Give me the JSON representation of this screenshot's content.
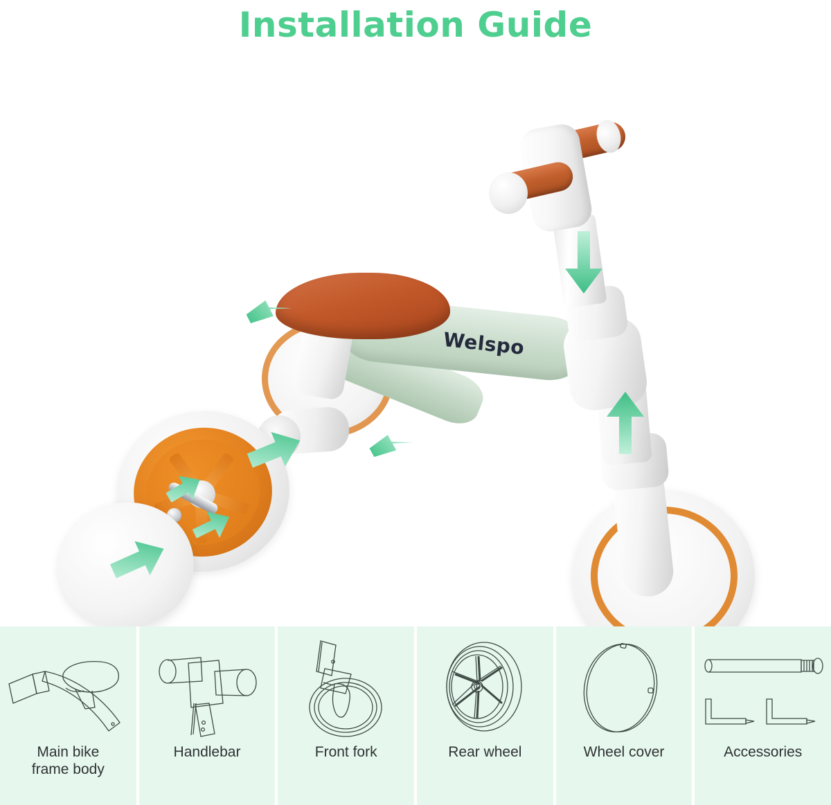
{
  "header": {
    "title": "Installation Guide",
    "title_color": "#4ece8f"
  },
  "product": {
    "brand": "Welspo",
    "colors": {
      "frame_green": "#c6d9c8",
      "seat_brown": "#c2592a",
      "wheel_orange": "#e2801f",
      "arrow_green": "#55c98f",
      "panel_background": "#e6f8ee"
    },
    "assembly_arrows": [
      {
        "name": "seat-attach-arrow",
        "direction": "left"
      },
      {
        "name": "handlebar-insert-arrow",
        "direction": "down"
      },
      {
        "name": "frame-joint-arrow",
        "direction": "left"
      },
      {
        "name": "front-fork-insert-arrow",
        "direction": "up"
      },
      {
        "name": "rear-wheel-attach-arrow",
        "direction": "up-right"
      },
      {
        "name": "rear-axle-arrow",
        "direction": "up-right"
      },
      {
        "name": "rear-hub-arrow",
        "direction": "up-right"
      },
      {
        "name": "wheel-cover-attach-arrow",
        "direction": "up-right"
      }
    ]
  },
  "parts": [
    {
      "id": "main-bike-frame-body",
      "label": "Main bike\nframe body",
      "icon": "frame-body-icon"
    },
    {
      "id": "handlebar",
      "label": "Handlebar",
      "icon": "handlebar-icon"
    },
    {
      "id": "front-fork",
      "label": "Front fork",
      "icon": "front-fork-icon"
    },
    {
      "id": "rear-wheel",
      "label": "Rear wheel",
      "icon": "rear-wheel-icon"
    },
    {
      "id": "wheel-cover",
      "label": "Wheel cover",
      "icon": "wheel-cover-icon"
    },
    {
      "id": "accessories",
      "label": "Accessories",
      "icon": "accessories-icon"
    }
  ]
}
